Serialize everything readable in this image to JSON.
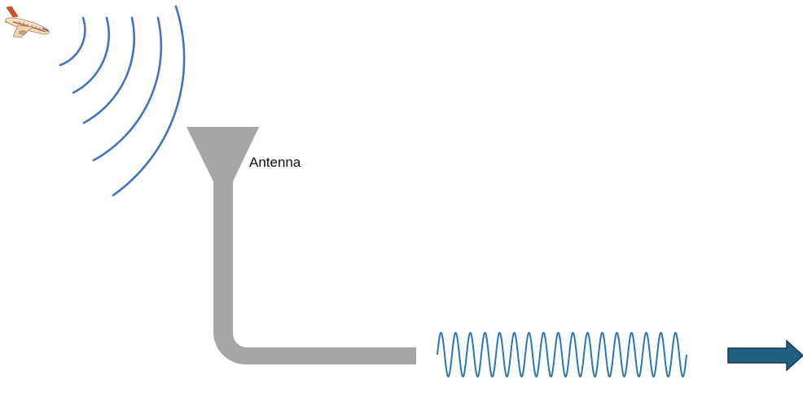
{
  "diagram": {
    "antenna_label": "Antenna",
    "icons": {
      "aircraft": "airplane-icon",
      "output_arrow": "arrow-right-icon"
    },
    "colors": {
      "radio_waves": "#4472c4",
      "antenna_and_cable": "#a6a6a6",
      "rf_signal": "#2e75b6",
      "arrow_fill": "#1f5f7f",
      "arrow_stroke": "#17384f",
      "airplane_body": "#f4e3c8",
      "airplane_stripe": "#d9512c"
    },
    "counts": {
      "wave_arcs": 5,
      "signal_cycles": 17
    }
  }
}
